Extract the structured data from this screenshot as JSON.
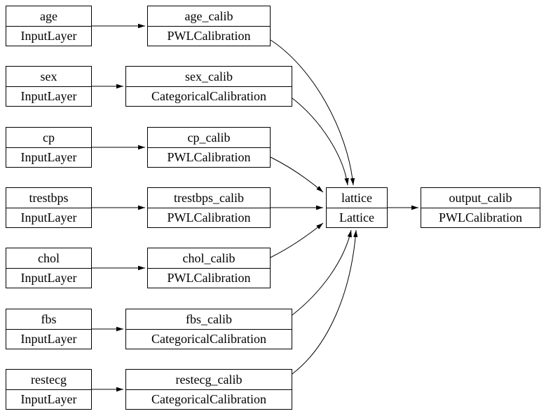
{
  "diagram": {
    "colors": {
      "background": "#ffffff",
      "node_border": "#000000",
      "node_fill": "#ffffff",
      "edge": "#000000",
      "text": "#000000"
    },
    "nodes": [
      {
        "id": "age",
        "title": "age",
        "type": "InputLayer"
      },
      {
        "id": "age_calib",
        "title": "age_calib",
        "type": "PWLCalibration"
      },
      {
        "id": "sex",
        "title": "sex",
        "type": "InputLayer"
      },
      {
        "id": "sex_calib",
        "title": "sex_calib",
        "type": "CategoricalCalibration"
      },
      {
        "id": "cp",
        "title": "cp",
        "type": "InputLayer"
      },
      {
        "id": "cp_calib",
        "title": "cp_calib",
        "type": "PWLCalibration"
      },
      {
        "id": "trestbps",
        "title": "trestbps",
        "type": "InputLayer"
      },
      {
        "id": "trestbps_calib",
        "title": "trestbps_calib",
        "type": "PWLCalibration"
      },
      {
        "id": "chol",
        "title": "chol",
        "type": "InputLayer"
      },
      {
        "id": "chol_calib",
        "title": "chol_calib",
        "type": "PWLCalibration"
      },
      {
        "id": "fbs",
        "title": "fbs",
        "type": "InputLayer"
      },
      {
        "id": "fbs_calib",
        "title": "fbs_calib",
        "type": "CategoricalCalibration"
      },
      {
        "id": "restecg",
        "title": "restecg",
        "type": "InputLayer"
      },
      {
        "id": "restecg_calib",
        "title": "restecg_calib",
        "type": "CategoricalCalibration"
      },
      {
        "id": "lattice",
        "title": "lattice",
        "type": "Lattice"
      },
      {
        "id": "output_calib",
        "title": "output_calib",
        "type": "PWLCalibration"
      }
    ],
    "edges": [
      {
        "from": "age",
        "to": "age_calib"
      },
      {
        "from": "sex",
        "to": "sex_calib"
      },
      {
        "from": "cp",
        "to": "cp_calib"
      },
      {
        "from": "trestbps",
        "to": "trestbps_calib"
      },
      {
        "from": "chol",
        "to": "chol_calib"
      },
      {
        "from": "fbs",
        "to": "fbs_calib"
      },
      {
        "from": "restecg",
        "to": "restecg_calib"
      },
      {
        "from": "age_calib",
        "to": "lattice"
      },
      {
        "from": "sex_calib",
        "to": "lattice"
      },
      {
        "from": "cp_calib",
        "to": "lattice"
      },
      {
        "from": "trestbps_calib",
        "to": "lattice"
      },
      {
        "from": "chol_calib",
        "to": "lattice"
      },
      {
        "from": "fbs_calib",
        "to": "lattice"
      },
      {
        "from": "restecg_calib",
        "to": "lattice"
      },
      {
        "from": "lattice",
        "to": "output_calib"
      }
    ]
  }
}
